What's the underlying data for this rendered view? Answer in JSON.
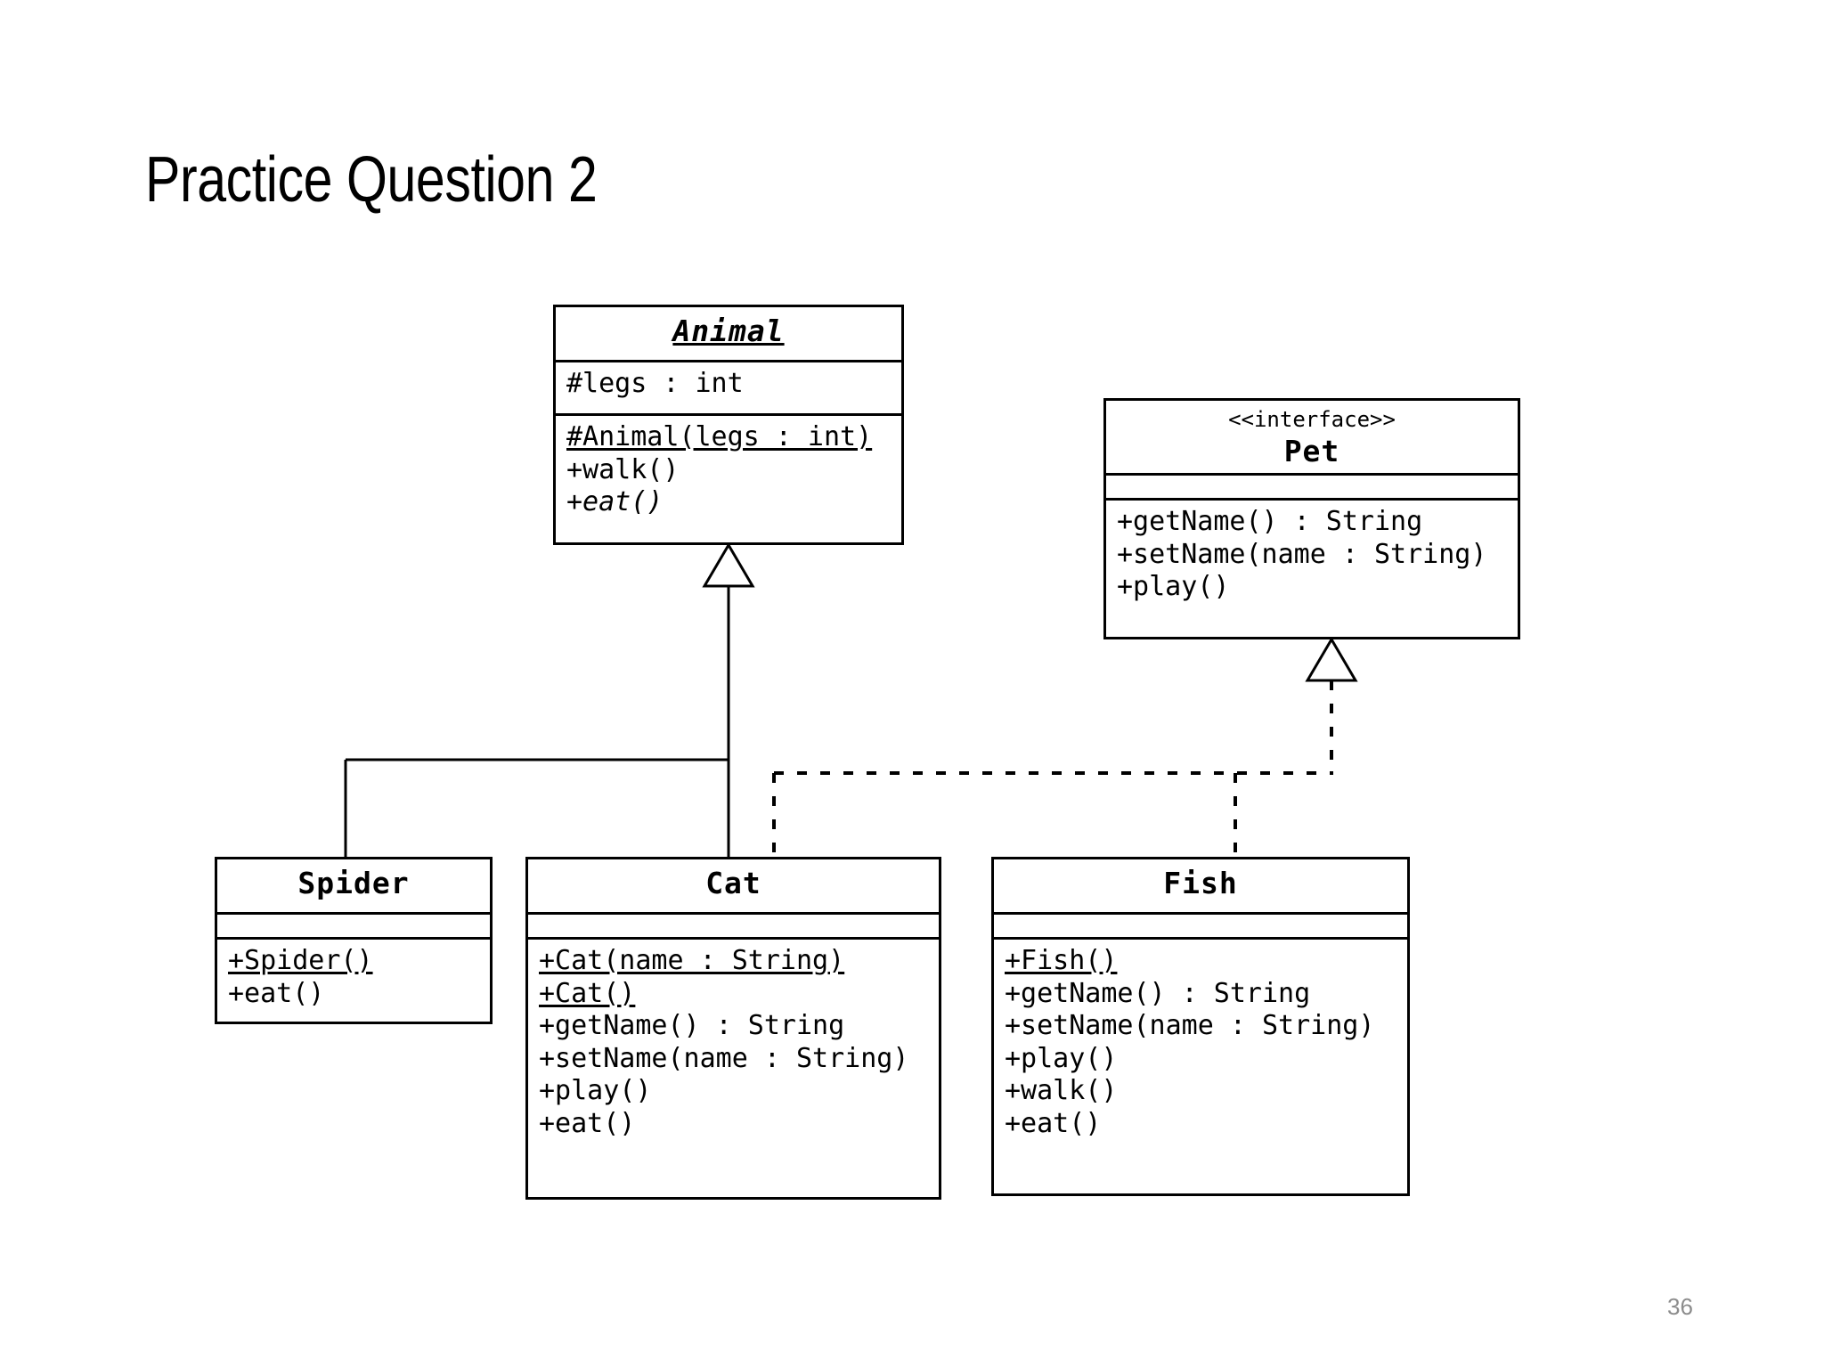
{
  "slide": {
    "title": "Practice Question 2",
    "page_number": "36",
    "background_color": "#ffffff",
    "line_color": "#000000",
    "page_number_color": "#8c8c8c"
  },
  "diagram": {
    "type": "uml-class-diagram",
    "classes": [
      {
        "id": "animal",
        "name": "Animal",
        "abstract": true,
        "stereotype": "",
        "attributes": [
          {
            "text": "#legs : int",
            "underline": false,
            "italic": false
          }
        ],
        "methods": [
          {
            "text": "#Animal(legs : int)",
            "underline": true,
            "italic": false
          },
          {
            "text": "+walk()",
            "underline": false,
            "italic": false
          },
          {
            "text": "+eat()",
            "underline": false,
            "italic": true
          }
        ]
      },
      {
        "id": "pet",
        "name": "Pet",
        "abstract": false,
        "stereotype": "<<interface>>",
        "attributes": [],
        "methods": [
          {
            "text": "+getName() : String",
            "underline": false,
            "italic": false
          },
          {
            "text": "+setName(name : String)",
            "underline": false,
            "italic": false
          },
          {
            "text": "+play()",
            "underline": false,
            "italic": false
          }
        ]
      },
      {
        "id": "spider",
        "name": "Spider",
        "abstract": false,
        "stereotype": "",
        "attributes": [],
        "methods": [
          {
            "text": "+Spider()",
            "underline": true,
            "italic": false
          },
          {
            "text": "+eat()",
            "underline": false,
            "italic": false
          }
        ]
      },
      {
        "id": "cat",
        "name": "Cat",
        "abstract": false,
        "stereotype": "",
        "attributes": [],
        "methods": [
          {
            "text": "+Cat(name : String)",
            "underline": true,
            "italic": false
          },
          {
            "text": "+Cat()",
            "underline": true,
            "italic": false
          },
          {
            "text": "+getName() : String",
            "underline": false,
            "italic": false
          },
          {
            "text": "+setName(name : String)",
            "underline": false,
            "italic": false
          },
          {
            "text": "+play()",
            "underline": false,
            "italic": false
          },
          {
            "text": "+eat()",
            "underline": false,
            "italic": false
          }
        ]
      },
      {
        "id": "fish",
        "name": "Fish",
        "abstract": false,
        "stereotype": "",
        "attributes": [],
        "methods": [
          {
            "text": "+Fish()",
            "underline": true,
            "italic": false
          },
          {
            "text": "+getName() : String",
            "underline": false,
            "italic": false
          },
          {
            "text": "+setName(name : String)",
            "underline": false,
            "italic": false
          },
          {
            "text": "+play()",
            "underline": false,
            "italic": false
          },
          {
            "text": "+walk()",
            "underline": false,
            "italic": false
          },
          {
            "text": "+eat()",
            "underline": false,
            "italic": false
          }
        ]
      }
    ],
    "relationships": [
      {
        "kind": "generalization",
        "from": "spider",
        "to": "animal",
        "style": "solid"
      },
      {
        "kind": "generalization",
        "from": "cat",
        "to": "animal",
        "style": "solid"
      },
      {
        "kind": "realization",
        "from": "cat",
        "to": "pet",
        "style": "dashed"
      },
      {
        "kind": "realization",
        "from": "fish",
        "to": "pet",
        "style": "dashed"
      }
    ]
  }
}
